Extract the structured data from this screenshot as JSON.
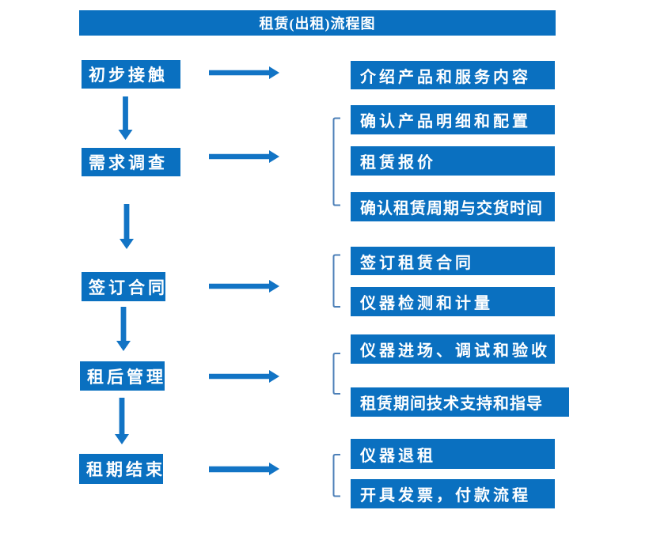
{
  "title": "租赁(出租)流程图",
  "colors": {
    "box_blue": "#0a70c0",
    "arrow_blue": "#1274c5",
    "bracket_blue": "#4d80b8",
    "text_white": "#ffffff",
    "background": "#ffffff"
  },
  "steps": [
    {
      "label": "初步接触",
      "outputs": [
        "介绍产品和服务内容"
      ]
    },
    {
      "label": "需求调查",
      "outputs": [
        "确认产品明细和配置",
        "租赁报价",
        "确认租赁周期与交货时间"
      ]
    },
    {
      "label": "签订合同",
      "outputs": [
        "签订租赁合同",
        "仪器检测和计量"
      ]
    },
    {
      "label": "租后管理",
      "outputs": [
        "仪器进场、调试和验收",
        "租赁期间技术支持和指导"
      ]
    },
    {
      "label": "租期结束",
      "outputs": [
        "仪器退租",
        "开具发票，付款流程"
      ]
    }
  ]
}
